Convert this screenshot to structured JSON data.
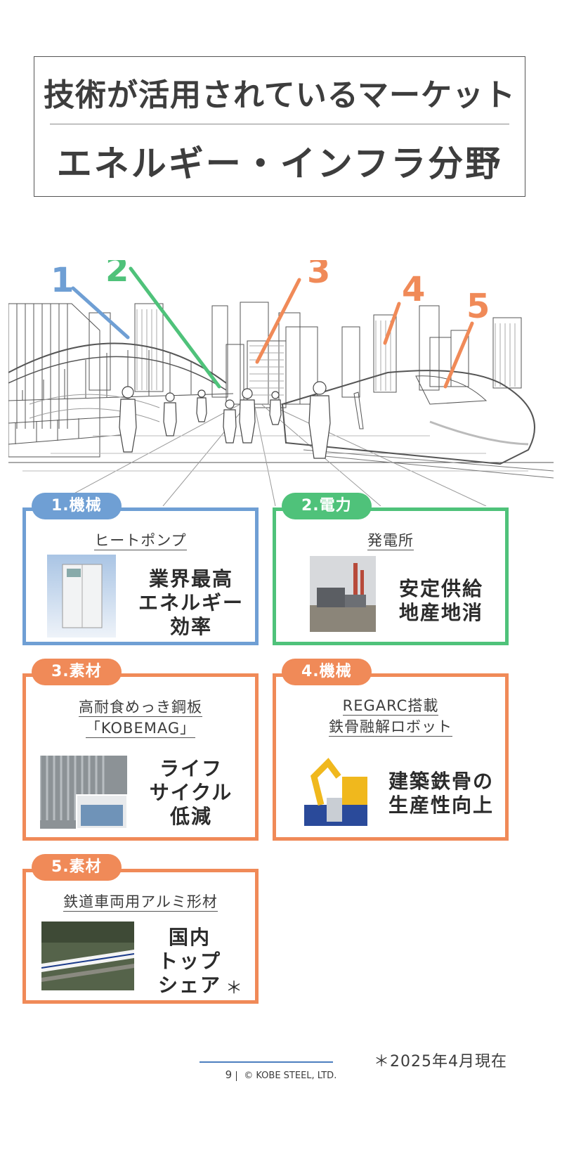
{
  "title": {
    "main": "技術が活用されているマーケット",
    "sub": "エネルギー・インフラ分野"
  },
  "illustration": {
    "markers": [
      "1",
      "2",
      "3",
      "4",
      "5"
    ],
    "colors": {
      "blue": "#6f9fd4",
      "green": "#4fc27a",
      "orange": "#f08a58"
    }
  },
  "cards": [
    {
      "tag": "1.機械",
      "caption": [
        "ヒートポンプ"
      ],
      "highlight": [
        "業界最高",
        "エネルギー",
        "効率"
      ],
      "color": "#6f9fd4"
    },
    {
      "tag": "2.電力",
      "caption": [
        "発電所"
      ],
      "highlight": [
        "安定供給",
        "地産地消"
      ],
      "color": "#4fc27a"
    },
    {
      "tag": "3.素材",
      "caption": [
        "高耐食めっき鋼板",
        "「KOBEMAG」"
      ],
      "highlight": [
        "ライフ",
        "サイクル",
        "低減"
      ],
      "color": "#f08a58"
    },
    {
      "tag": "4.機械",
      "caption": [
        "REGARC搭載",
        "鉄骨融解ロボット"
      ],
      "highlight": [
        "建築鉄骨の",
        "生産性向上"
      ],
      "color": "#f08a58"
    },
    {
      "tag": "5.素材",
      "caption": [
        "鉄道車両用アルミ形材"
      ],
      "highlight": [
        "国内",
        "トップ",
        "シェア"
      ],
      "asterisk": "＊",
      "color": "#f08a58"
    }
  ],
  "note": "＊2025年4月現在",
  "footer": {
    "page": "9",
    "copyright": "© KOBE STEEL, LTD."
  }
}
